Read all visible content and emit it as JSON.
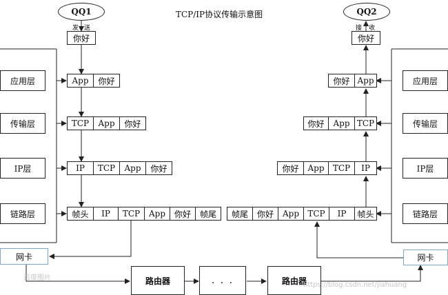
{
  "title": "TCP/IP协议传输示意图",
  "qq1": "QQ1",
  "qq2": "QQ2",
  "send_chars": [
    "发",
    "送"
  ],
  "recv_chars": [
    "接",
    "收"
  ],
  "hello": "你好",
  "layers": {
    "app": "应用层",
    "transport": "传输层",
    "ip": "IP层",
    "link": "链路层"
  },
  "pdu": {
    "app": "App",
    "tcp": "TCP",
    "ip": "IP",
    "head": "帧头",
    "tail": "帧尾",
    "data": "你好"
  },
  "nic": "网卡",
  "router": "路由器",
  "ellipsis": ". . .",
  "watermark_left": "百度图片",
  "watermark_right": "https://blog.csdn.net/jiahuang"
}
